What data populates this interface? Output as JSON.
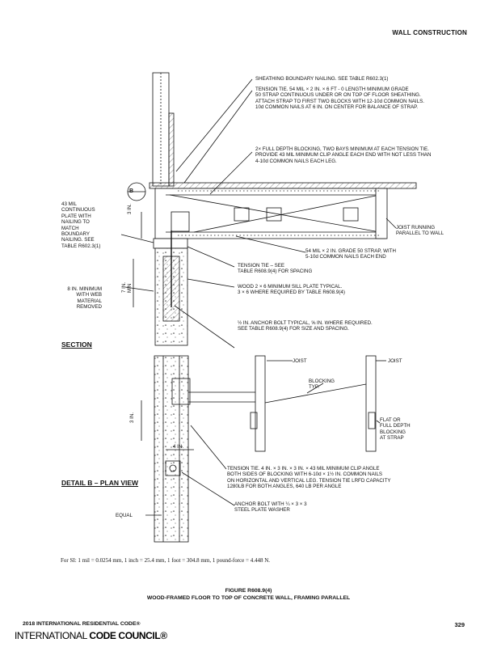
{
  "header": {
    "section": "WALL CONSTRUCTION"
  },
  "callouts": {
    "sheathing": "SHEATHING BOUNDARY NAILING. SEE TABLE R602.3(1)",
    "tension_tie_top": "TENSION TIE. 54 MIL × 2 IN. × 6 FT - 0 LENGTH MINIMUM GRADE\n50 STRAP CONTINUOUS UNDER OR ON TOP OF FLOOR SHEATHING.\nATTACH STRAP TO FIRST TWO BLOCKS WITH 12-10d COMMON NAILS.\n10d COMMON NAILS AT 6 IN. ON CENTER FOR BALANCE OF STRAP.",
    "blocking": "2× FULL DEPTH BLOCKING, TWO BAYS MINIMUM AT EACH TENSION TIE.\nPROVIDE 43 MIL MINIMUM CLIP ANGLE EACH END WITH NOT LESS THAN\n4-10d COMMON NAILS EACH LEG.",
    "plate": "43 MIL\nCONTINUOUS\nPLATE WITH\nNAILING TO\nMATCH\nBOUNDARY\nNAILING. SEE\nTABLE R602.3(1)",
    "joist_running": "JOIST RUNNING\nPARALLEL TO WALL",
    "strap": "54 MIL × 2 IN. GRADE 50 STRAP, WITH\n5-10d COMMON NAILS EACH END",
    "tension_tie_see": "TENSION TIE – SEE\nTABLE R608.9(4) FOR SPACING",
    "eight_in": "8 IN. MINIMUM\nWITH WEB\nMATERIAL\nREMOVED",
    "sill_plate": "WOOD 2 × 6 MINIMUM SILL PLATE TYPICAL.\n3 × 6 WHERE REQUIRED BY TABLE R608.9(4)",
    "anchor_bolt": "½ IN. ANCHOR BOLT TYPICAL, ⅝ IN. WHERE REQUIRED.\nSEE TABLE R608.9(4) FOR SIZE AND SPACING.",
    "joist_1": "JOIST",
    "joist_2": "JOIST",
    "blocking_typ": "BLOCKING\nTYP.",
    "flat_or": "FLAT OR\nFULL DEPTH\nBLOCKING\nAT STRAP",
    "tension_tie_4in": "TENSION TIE. 4 IN. × 3 IN. × 3 IN. × 43 MIL MINIMUM CLIP ANGLE\nBOTH SIDES OF BLOCKING WITH 6-10d × 1½ IN. COMMON NAILS\nON HORIZONTAL AND VERTICAL LEG. TENSION TIE LRFD CAPACITY\n1280LB FOR BOTH ANGLES, 640 LB PER ANGLE",
    "anchor_washer": "ANCHOR BOLT WITH ¼ × 3 × 3\nSTEEL PLATE WASHER",
    "equal": "EQUAL",
    "dim_3in_a": "3 IN.",
    "dim_7in": "7 IN.\nMIN",
    "dim_3in_b": "3 IN.",
    "dim_4in": "4 IN.",
    "circle_b": "B"
  },
  "sections": {
    "section": "SECTION",
    "detail": "DETAIL B – PLAN VIEW"
  },
  "for_si": "For SI: 1 mil = 0.0254 mm, 1 inch = 25.4 mm, 1 foot = 304.8 mm, 1 pound-force = 4.448 N.",
  "figure": {
    "number": "FIGURE R608.9(4)",
    "title": "WOOD-FRAMED FLOOR TO TOP OF CONCRETE WALL, FRAMING PARALLEL"
  },
  "footer": {
    "code": "2018 INTERNATIONAL RESIDENTIAL CODE®",
    "page": "329",
    "logo_light": "INTERNATIONAL ",
    "logo_bold": "CODE COUNCIL®"
  }
}
